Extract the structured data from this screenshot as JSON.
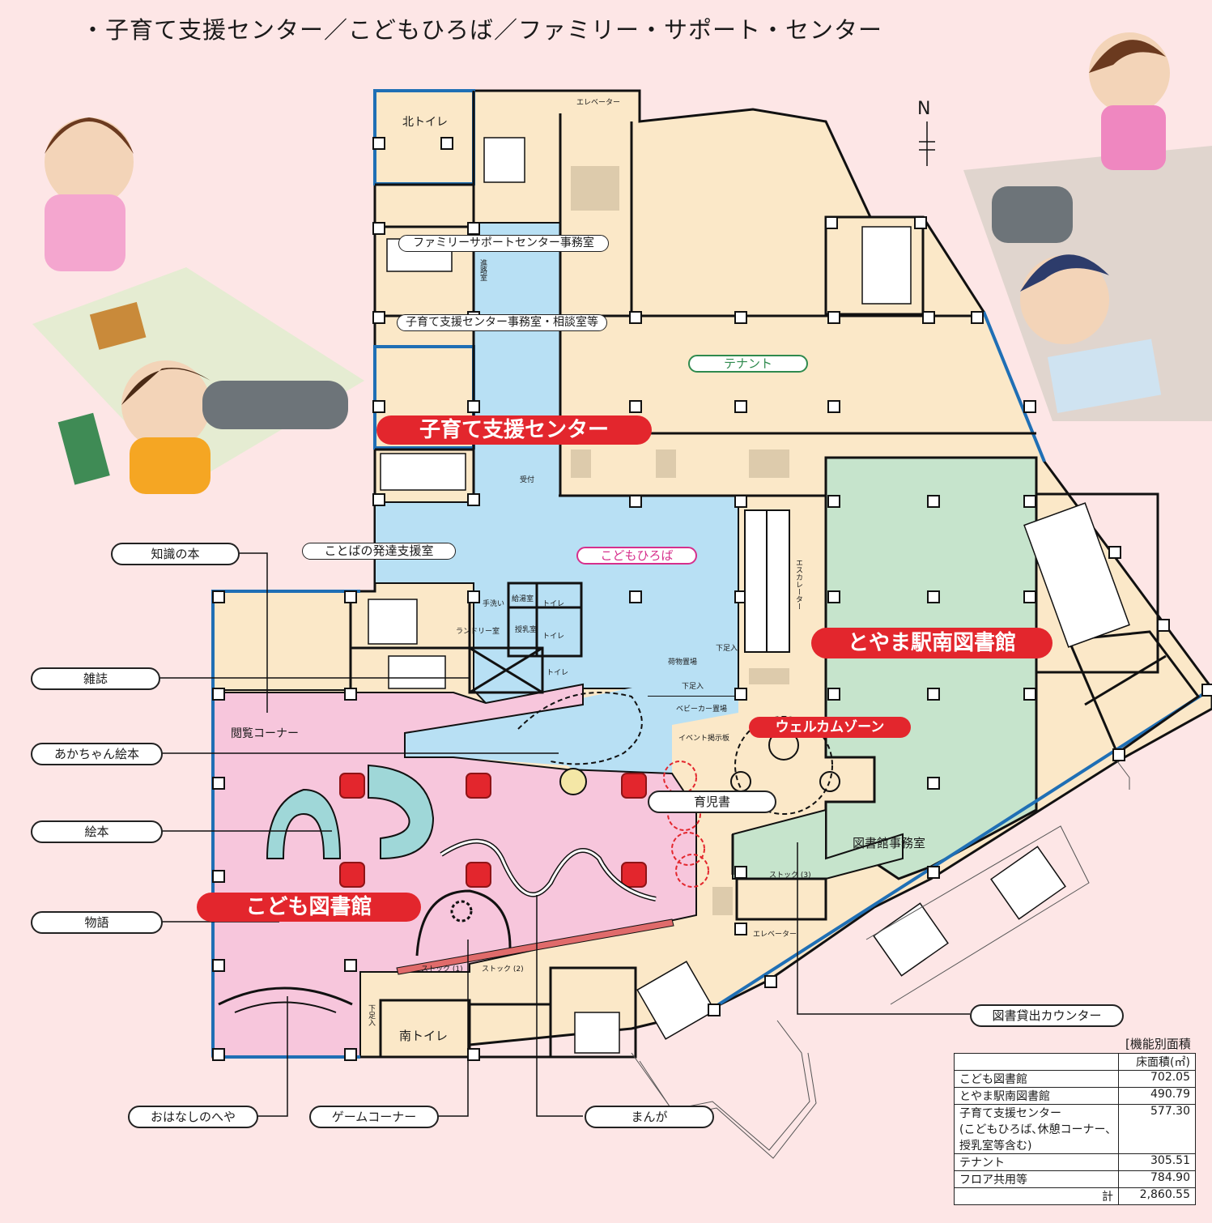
{
  "heading": "・子育て支援センター／こどもひろば／ファミリー・サポート・センター",
  "north": "N",
  "zones": {
    "kosodate": "子育て支援センター",
    "kodomo_library": "こども図書館",
    "toyama_library": "とやま駅南図書館",
    "kodomo_hiroba": "こどもひろば",
    "tenant": "テナント",
    "welcome": "ウェルカムゾーン"
  },
  "rooms": {
    "north_toilet": "北トイレ",
    "south_toilet": "南トイレ",
    "family_support_office": "ファミリーサポートセンター事務室",
    "kosodate_office": "子育て支援センター事務室・相談室等",
    "kotoba": "ことばの発達支援室",
    "library_office": "図書館事務室",
    "reading_corner": "閲覧コーナー",
    "elevator_top": "エレベーター",
    "elevator_bottom": "エレベーター",
    "escalator": "エスカレーター",
    "reception": "受付",
    "handwash": "手洗い",
    "kitchen": "給湯室",
    "nursing": "授乳室",
    "laundry": "ランドリー室",
    "toilet1": "トイレ",
    "toilet2": "トイレ",
    "toilet3": "トイレ",
    "baggage": "荷物置場",
    "shoes1": "下足入",
    "shoes2": "下足入",
    "shoes3": "下足入",
    "stroller": "ベビーカー置場",
    "event_board": "イベント掲示板",
    "stock1": "ストック (1)",
    "stock2": "ストック (2)",
    "stock3": "ストック (3)",
    "shinro": "進路室"
  },
  "callouts": {
    "chishiki": "知識の本",
    "zasshi": "雑誌",
    "akachan": "あかちゃん絵本",
    "ehon": "絵本",
    "monogatari": "物語",
    "ohanashi": "おはなしのへや",
    "game": "ゲームコーナー",
    "manga": "まんが",
    "ikuji": "育児書",
    "counter": "図書貸出カウンター"
  },
  "area_table": {
    "title": "[機能別面積",
    "header": "床面積(㎡)",
    "rows": [
      {
        "name": "こども図書館",
        "value": "702.05"
      },
      {
        "name": "とやま駅南図書館",
        "value": "490.79"
      },
      {
        "name": "子育て支援センター",
        "value": "577.30"
      },
      {
        "name": "(こどもひろば､休憩コーナー､",
        "value": ""
      },
      {
        "name": "授乳室等含む)",
        "value": ""
      },
      {
        "name": "テナント",
        "value": "305.51"
      },
      {
        "name": "フロア共用等",
        "value": "784.90"
      }
    ],
    "total_label": "計",
    "total_value": "2,860.55"
  },
  "colors": {
    "floor": "#fbe8c8",
    "kodomo_library": "#f7c6dc",
    "hiroba": "#b8e0f4",
    "toyama_library": "#c6e4cc",
    "background": "#fde6e6",
    "red": "#e3262d",
    "blue_outline": "#1f6fb5"
  }
}
